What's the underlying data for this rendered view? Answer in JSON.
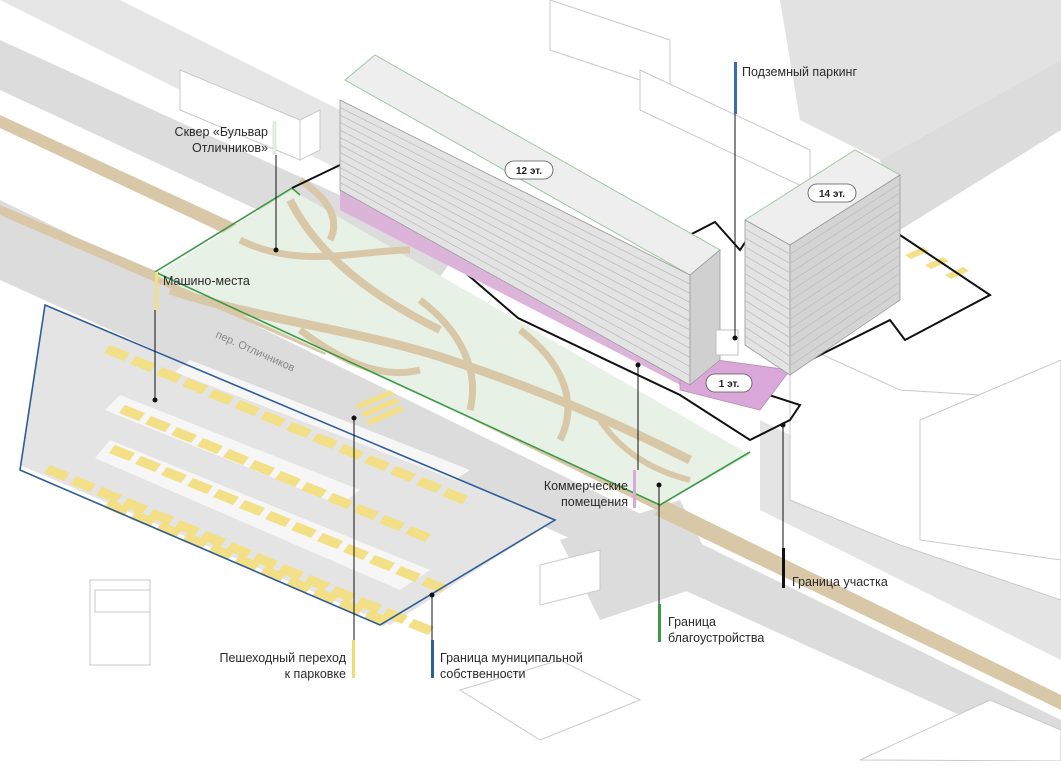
{
  "labels": {
    "square_line1": "Сквер «Бульвар",
    "square_line2": "Отличников»",
    "underground_parking": "Подземный паркинг",
    "parking_spaces": "Машино-места",
    "street": "пер. Отличников",
    "commercial_line1": "Коммерческие",
    "commercial_line2": "помещения",
    "plot_boundary": "Граница участка",
    "landscape_line1": "Граница",
    "landscape_line2": "благоустройства",
    "crosswalk_line1": "Пешеходный переход",
    "crosswalk_line2": "к парковке",
    "municipal_line1": "Граница муниципальной",
    "municipal_line2": "собственности"
  },
  "badges": {
    "floors_12": "12 эт.",
    "floors_14": "14 эт.",
    "floor_1": "1 эт."
  },
  "colors": {
    "road": "#d9d9d9",
    "sidewalk": "#ececec",
    "path": "#d8c8a8",
    "green_area": "#e8f1e6",
    "parking_slot": "#f2df86",
    "commercial": "#d9a8d8",
    "landscape_boundary": "#3c9a46",
    "municipal_boundary": "#2f5d96",
    "plot_boundary": "#111111",
    "underground_parking_marker": "#3a6bb0",
    "crosswalk_marker": "#f0df70",
    "commercial_marker": "#d9a8d8"
  }
}
